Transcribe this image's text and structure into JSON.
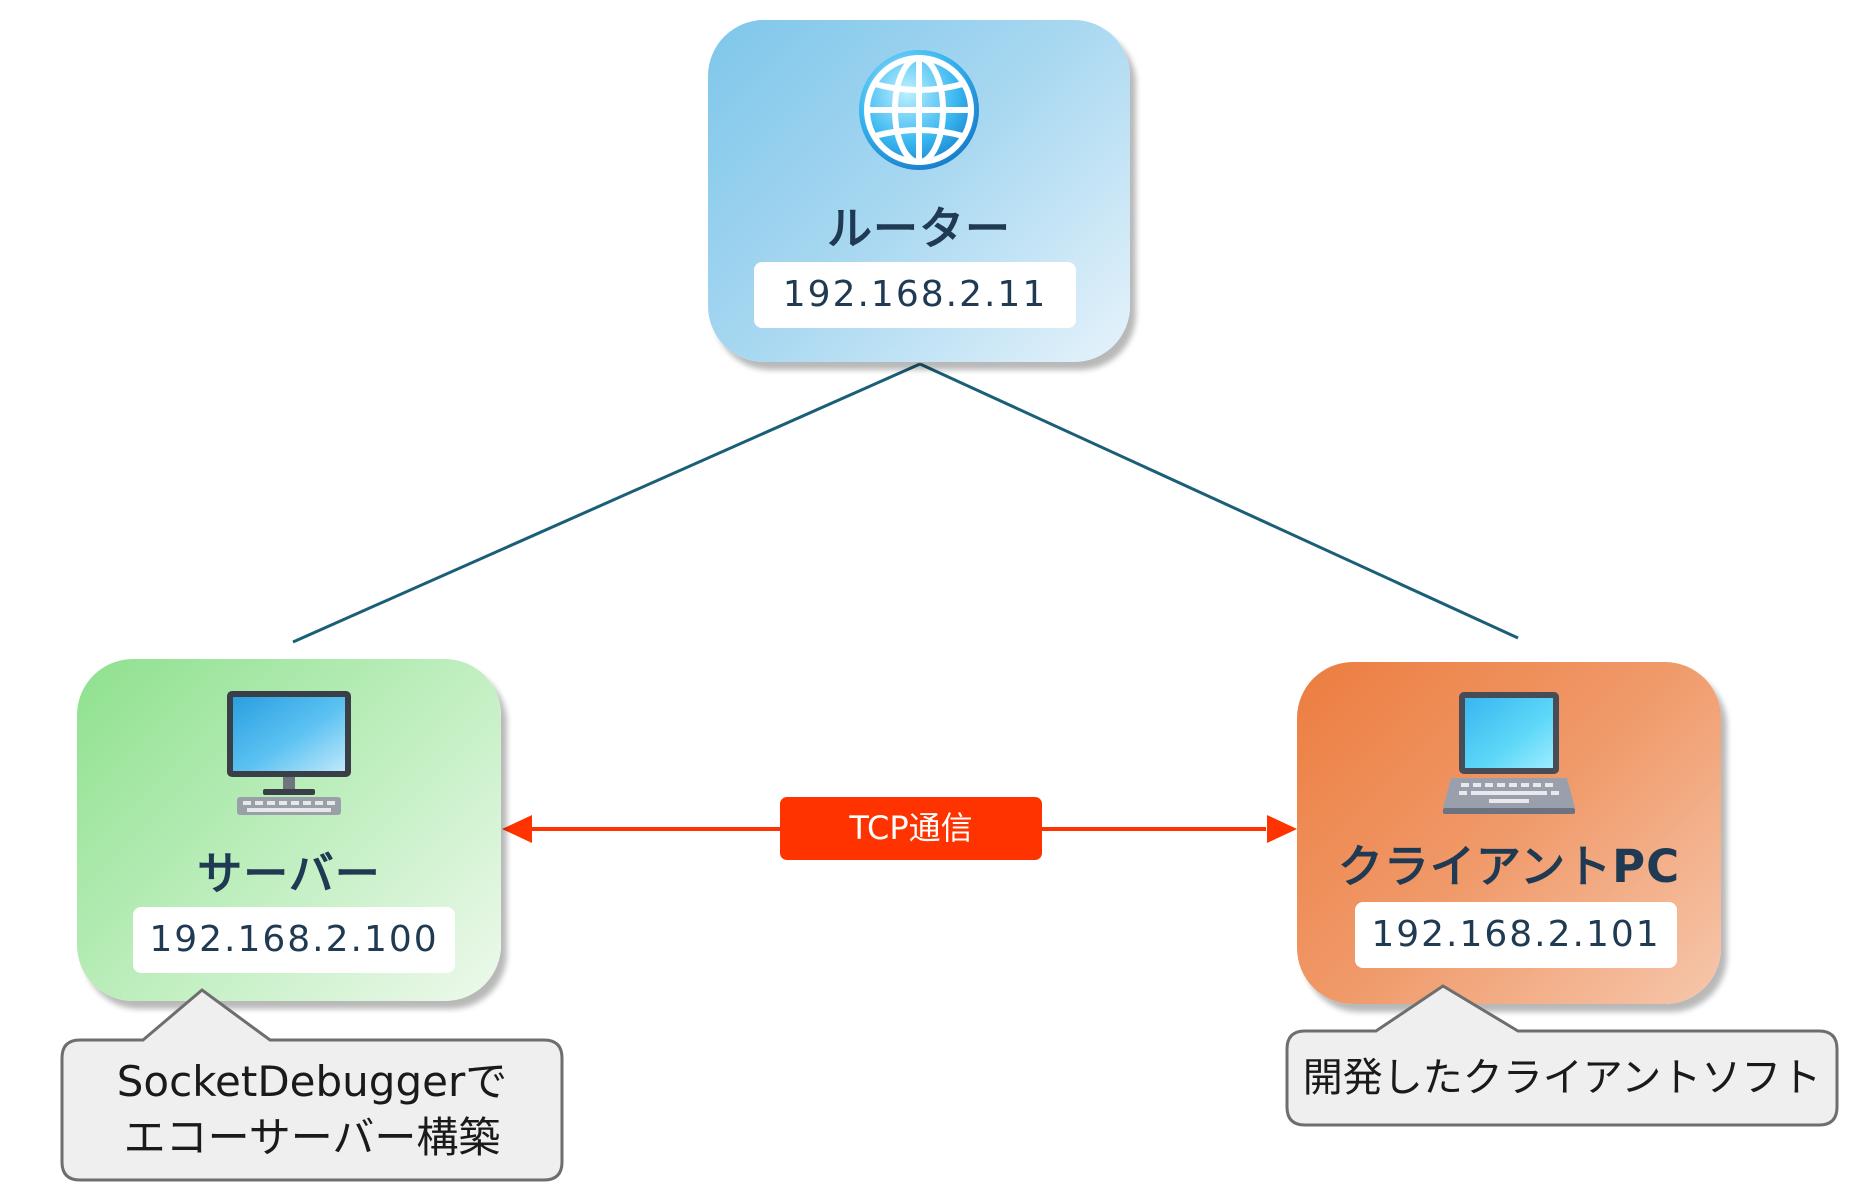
{
  "diagram": {
    "router": {
      "title": "ルーター",
      "ip": "192.168.2.11",
      "icon": "globe-icon",
      "color": "#7ec6ea"
    },
    "server": {
      "title": "サーバー",
      "ip": "192.168.2.100",
      "icon": "desktop-computer-icon",
      "color": "#8ee08e",
      "note_line1": "SocketDebuggerで",
      "note_line2": "エコーサーバー構築"
    },
    "client": {
      "title": "クライアントPC",
      "ip": "192.168.2.101",
      "icon": "laptop-icon",
      "color": "#ec7d40",
      "note": "開発したクライアントソフト"
    },
    "link": {
      "label": "TCP通信",
      "color": "#ff3300"
    },
    "line_color": "#1b5e78"
  }
}
